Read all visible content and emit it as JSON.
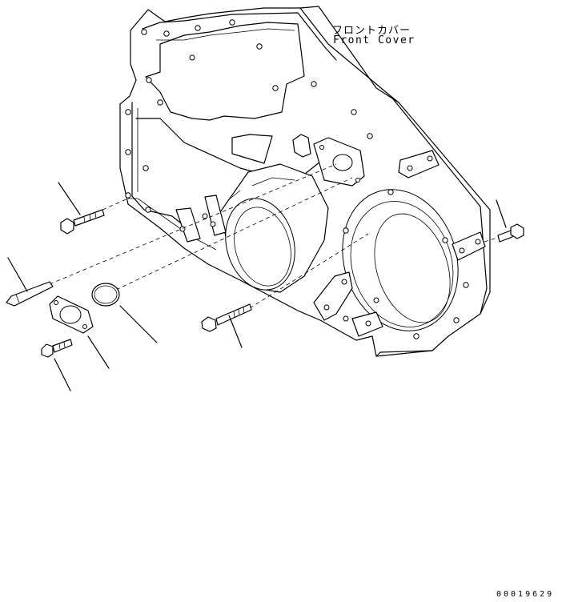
{
  "drawing": {
    "label_jp": "フロントカバー",
    "label_en": "Front Cover",
    "drawing_number": "00019629"
  },
  "colors": {
    "line": "#000000",
    "background": "#ffffff"
  },
  "parts": [
    {
      "name": "front-cover",
      "icon": "front-cover-casting-icon"
    },
    {
      "name": "flange-bolt-upper-left",
      "icon": "bolt-icon"
    },
    {
      "name": "dowel-pin",
      "icon": "pin-icon"
    },
    {
      "name": "cover-plate",
      "icon": "flange-plate-icon"
    },
    {
      "name": "o-ring",
      "icon": "o-ring-icon"
    },
    {
      "name": "flange-bolt-lower-left",
      "icon": "bolt-icon"
    },
    {
      "name": "long-bolt",
      "icon": "bolt-icon"
    },
    {
      "name": "flange-bolt-right",
      "icon": "bolt-icon"
    }
  ]
}
